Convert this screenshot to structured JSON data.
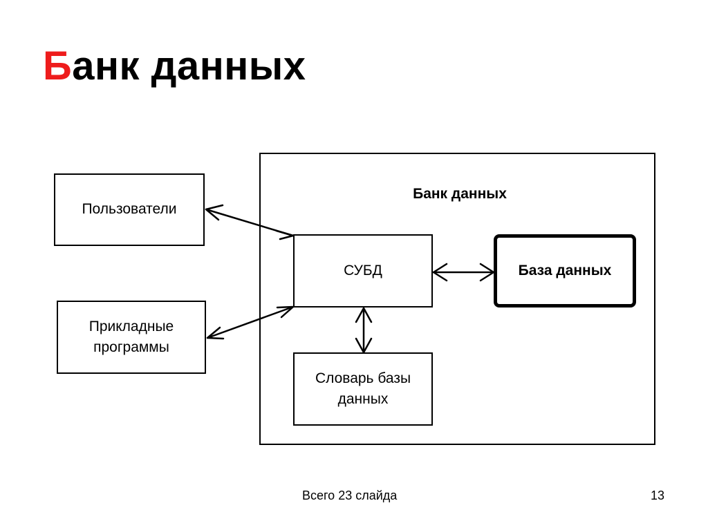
{
  "slide": {
    "title_first_letter": "Б",
    "title_rest": "анк данных",
    "accent_color": "#ee1c1c"
  },
  "diagram": {
    "container_label": "Банк данных",
    "nodes": {
      "users": "Пользователи",
      "apps_line1": "Прикладные",
      "apps_line2": "программы",
      "dbms": "СУБД",
      "database": "База данных",
      "dictionary_line1": "Словарь базы",
      "dictionary_line2": "данных"
    },
    "edges": [
      {
        "from": "users",
        "to": "dbms",
        "type": "bidirectional"
      },
      {
        "from": "apps",
        "to": "dbms",
        "type": "bidirectional"
      },
      {
        "from": "dbms",
        "to": "database",
        "type": "bidirectional"
      },
      {
        "from": "dbms",
        "to": "dictionary",
        "type": "bidirectional"
      }
    ]
  },
  "footer": {
    "total_slides_text": "Всего 23 слайда",
    "page_number": "13"
  }
}
